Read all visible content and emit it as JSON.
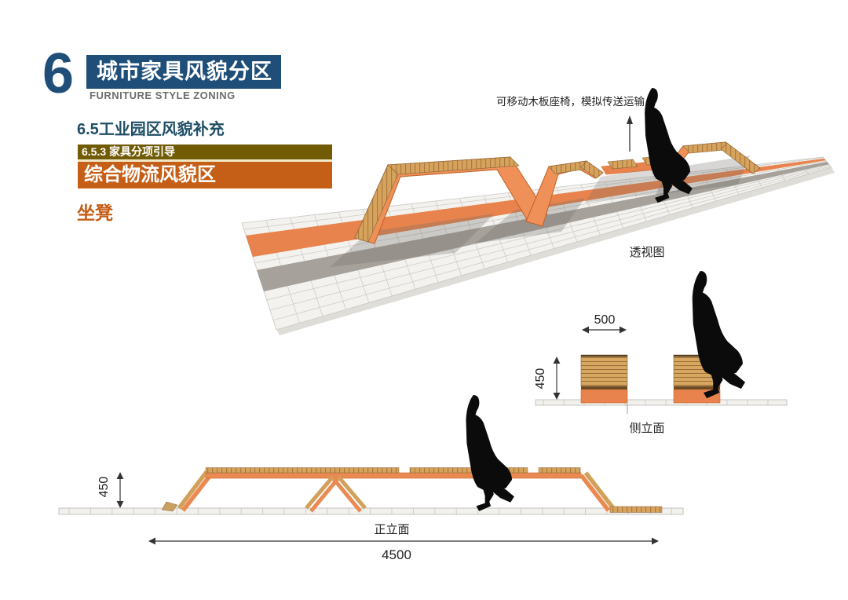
{
  "header": {
    "number": "6",
    "title": "城市家具风貌分区",
    "subtitle": "FURNITURE STYLE ZONING",
    "section_title": "6.5工业园区风貌补充",
    "guide_bar": "6.5.3 家具分项引导",
    "zone_bar": "综合物流风貌区",
    "item_title": "坐凳"
  },
  "perspective": {
    "annotation": "可移动木板座椅，模拟传送运输",
    "label": "透视图"
  },
  "side_elevation": {
    "label": "侧立面",
    "width_dim": "500",
    "height_dim": "450"
  },
  "front_elevation": {
    "label": "正立面",
    "height_dim": "450",
    "length_dim": "4500"
  },
  "colors": {
    "title_blue": "#1F4E79",
    "section_blue": "#1F4E66",
    "olive": "#715C05",
    "accent_orange": "#C55E17",
    "bench_orange": "#EA8A52",
    "stripe_orange": "#E8834E",
    "wood": "#D7A35C",
    "figure_black": "#0B0B0B"
  }
}
